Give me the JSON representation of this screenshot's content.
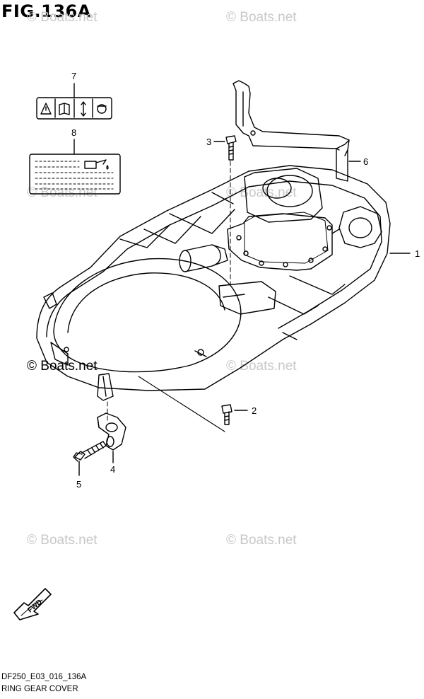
{
  "figure": {
    "title": "FIG.136A",
    "code": "DF250_E03_016_136A",
    "name": "RING GEAR COVER"
  },
  "watermark": {
    "text": "© Boats.net",
    "color": "#c8c8c8",
    "strong_color": "#000000"
  },
  "parts": [
    {
      "ref": "1"
    },
    {
      "ref": "2"
    },
    {
      "ref": "3"
    },
    {
      "ref": "4"
    },
    {
      "ref": "5"
    },
    {
      "ref": "6"
    },
    {
      "ref": "7"
    },
    {
      "ref": "8"
    }
  ],
  "direction_arrow": {
    "label": "FWD"
  },
  "icons": [
    "warning-triangle-icon",
    "manual-book-icon",
    "tilt-arrows-icon",
    "engine-icon",
    "oil-can-icon"
  ]
}
